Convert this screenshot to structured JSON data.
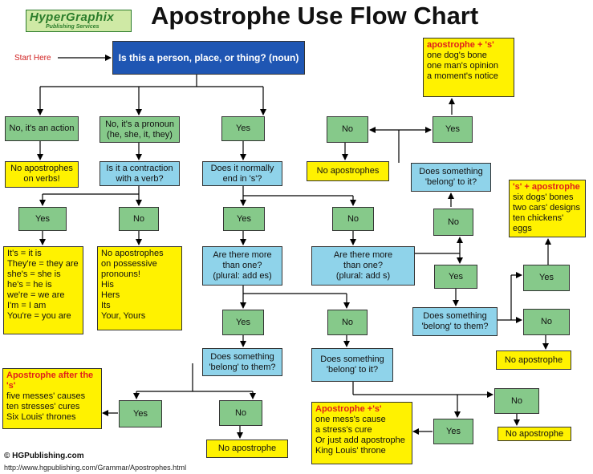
{
  "logo": {
    "name": "HyperGraphix",
    "tagline": "Publishing Services"
  },
  "title": "Apostrophe Use Flow Chart",
  "start_label": "Start Here",
  "nodes": {
    "q_noun": "Is this a person, place, or thing? (noun)",
    "no_action": "No, it's an action",
    "no_apost_verbs": [
      "No apostrophes",
      "on verbs!"
    ],
    "no_pronoun": [
      "No, it's a pronoun",
      "(he, she, it, they)"
    ],
    "q_contraction": [
      "Is it a contraction",
      "with a verb?"
    ],
    "yes_contraction": "Yes",
    "no_contraction": "No",
    "contractions": [
      "It's = it is",
      "They're = they are",
      "she's = she is",
      "he's = he is",
      "we're = we are",
      "I'm = I am",
      "You're = you are"
    ],
    "possessive_pronouns": [
      "No apostrophes",
      "on possessive",
      "pronouns!",
      "His",
      "Hers",
      "Its",
      "Your, Yours"
    ],
    "yes_noun": "Yes",
    "q_ends_s": [
      "Does it normally",
      "end in 's'?"
    ],
    "yes_ends_s": "Yes",
    "no_ends_s": "No",
    "q_more_than_one_left": [
      "Are there more",
      "than one?",
      "(plural: add  es)"
    ],
    "q_more_than_one_right": [
      "Are there more",
      "than one?",
      "(plural: add s)"
    ],
    "yes_plural_es": "Yes",
    "no_plural_es": "No",
    "q_belong_them_es": [
      "Does something",
      "'belong' to them?"
    ],
    "q_belong_it_es": [
      "Does something",
      "'belong' to it?"
    ],
    "after_s_title": "Apostrophe after the 's'",
    "after_s_examples": [
      "five messes' causes",
      "ten stresses' cures",
      "Six Louis' thrones"
    ],
    "yes_belong_them_es": "Yes",
    "no_belong_them_es": "No",
    "no_apost_1": "No apostrophe",
    "apost_s_es_title": "Apostrophe +'s'",
    "apost_s_es_examples": [
      "one mess's cause",
      "a stress's cure",
      "Or just add apostrophe",
      "King Louis' throne"
    ],
    "yes_belong_it_es": "Yes",
    "no_belong_it_es": "No",
    "no_apost_2": "No apostrophe",
    "no_top": "No",
    "no_apostrophes_top": "No apostrophes",
    "yes_top": "Yes",
    "apost_s_title": "apostrophe + 's'",
    "apost_s_examples": [
      "one dog's bone",
      "one man's opinion",
      "a moment's notice"
    ],
    "q_belong_it_top": [
      "Does something",
      "'belong' to it?"
    ],
    "no_mid": "No",
    "yes_mid": "Yes",
    "q_belong_them_right": [
      "Does something",
      "'belong' to them?"
    ],
    "yes_right": "Yes",
    "no_right": "No",
    "s_apost_title": "'s' + apostrophe",
    "s_apost_examples": [
      "six dogs' bones",
      "two cars' designs",
      "ten chickens' eggs"
    ],
    "no_apost_3": "No apostrophe"
  },
  "footer": {
    "copyright": "© HGPublishing.com",
    "url": "http://www.hgpublishing.com/Grammar/Apostrophes.html"
  },
  "colors": {
    "question_main": "#1f56b3",
    "question": "#8fd3ea",
    "answer": "#86c98a",
    "result": "#fff200",
    "highlight": "#e0201b"
  }
}
